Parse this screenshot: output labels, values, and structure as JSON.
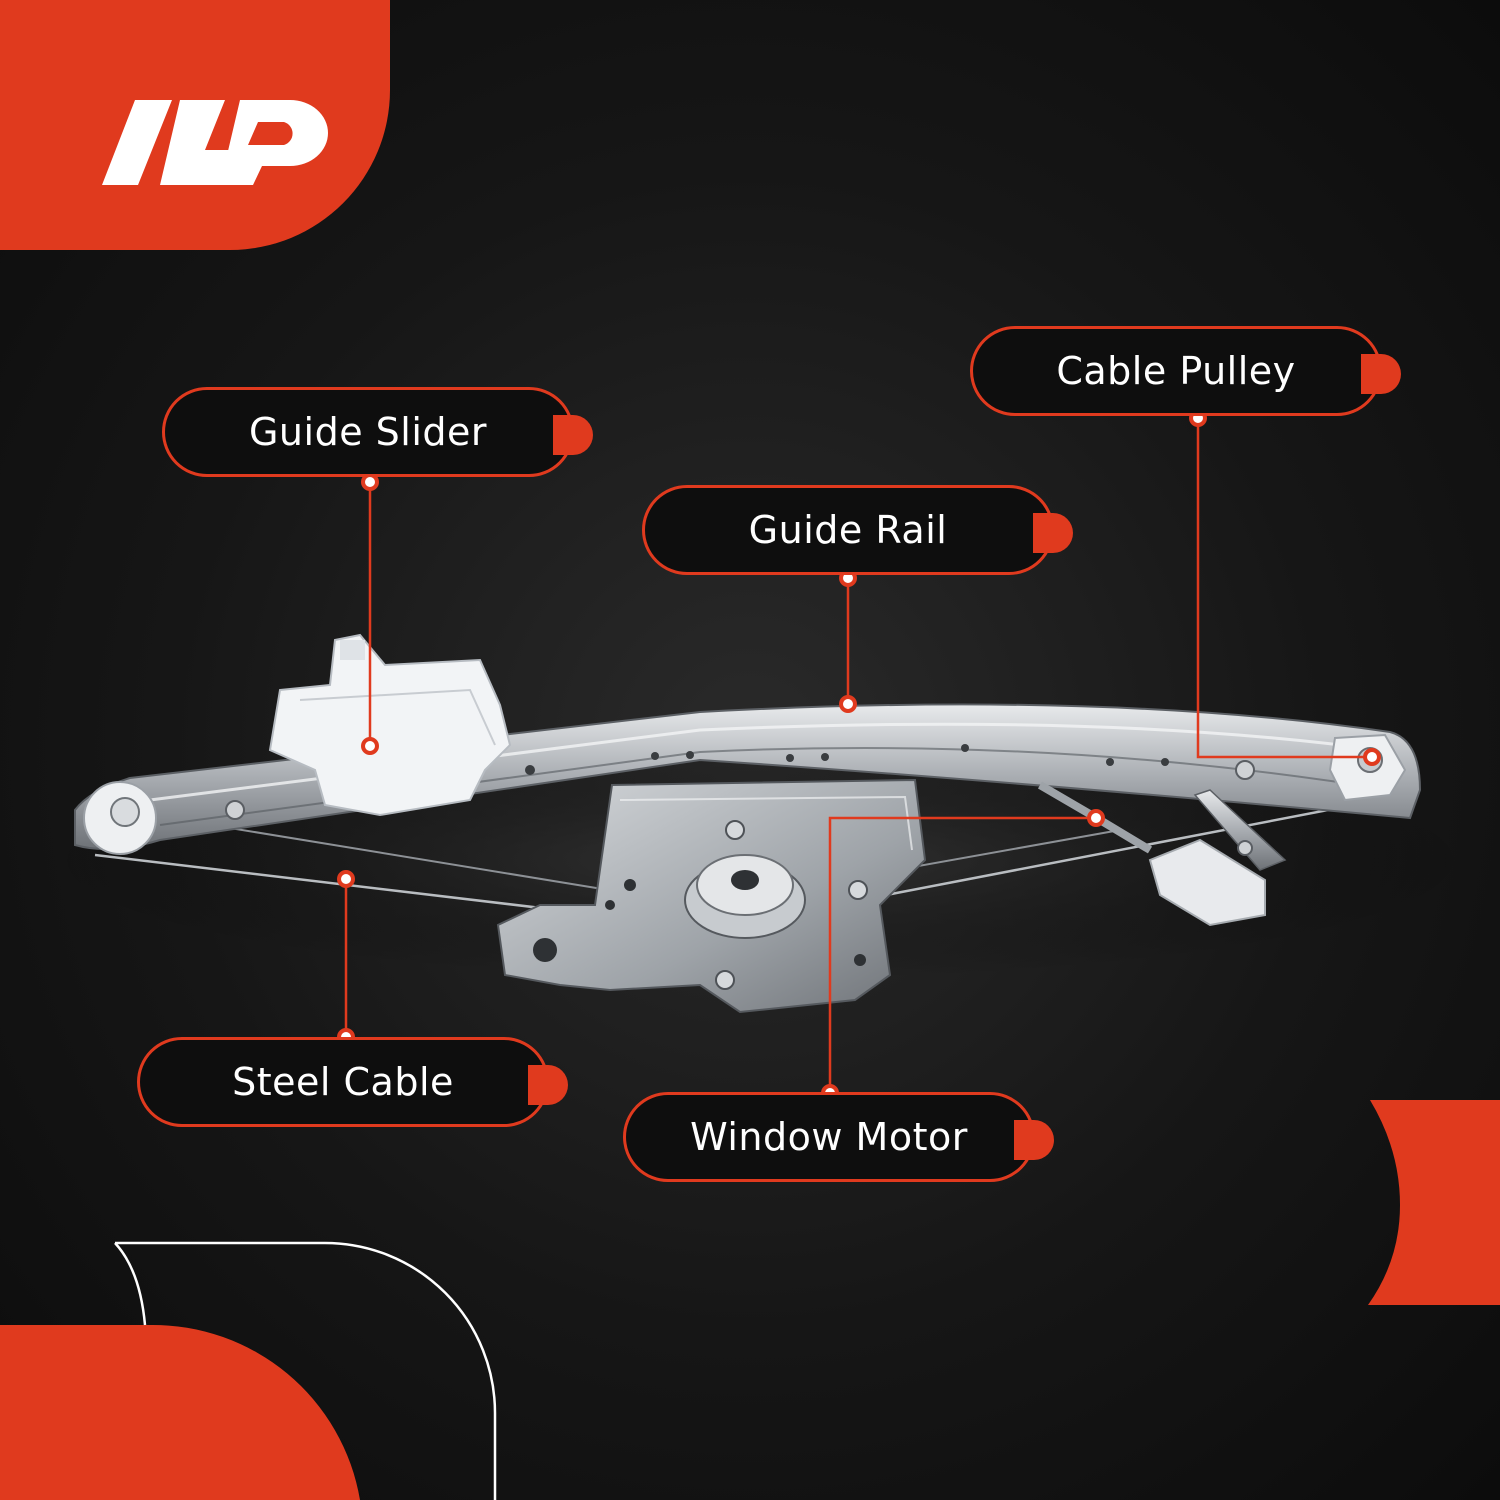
{
  "colors": {
    "accent": "#e03a1e",
    "background": "#141414",
    "label_text": "#ffffff"
  },
  "brand": {
    "logo_icon": "ap-logo-icon"
  },
  "callouts": [
    {
      "id": "guide-slider",
      "label": "Guide Slider"
    },
    {
      "id": "guide-rail",
      "label": "Guide Rail"
    },
    {
      "id": "cable-pulley",
      "label": "Cable Pulley"
    },
    {
      "id": "steel-cable",
      "label": "Steel Cable"
    },
    {
      "id": "window-motor",
      "label": "Window Motor"
    }
  ],
  "product": {
    "icon": "window-regulator-icon"
  }
}
